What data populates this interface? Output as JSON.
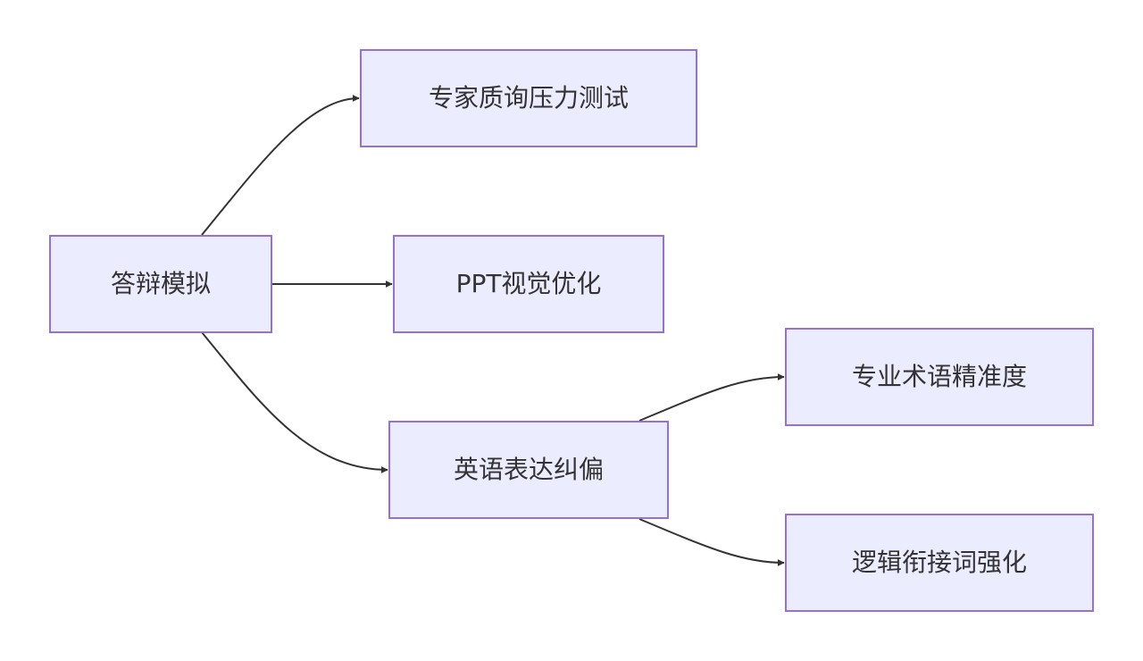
{
  "diagram": {
    "type": "flowchart-lr",
    "colors": {
      "node_fill": "#ececff",
      "node_border": "#9370db",
      "edge": "#333333",
      "text": "#333333",
      "background": "#ffffff"
    },
    "nodes": {
      "root": {
        "label": "答辩模拟"
      },
      "expert": {
        "label": "专家质询压力测试"
      },
      "ppt": {
        "label": "PPT视觉优化"
      },
      "english": {
        "label": "英语表达纠偏"
      },
      "terms": {
        "label": "专业术语精准度"
      },
      "logic": {
        "label": "逻辑衔接词强化"
      }
    },
    "edges": [
      {
        "from": "答辩模拟",
        "to": "专家质询压力测试"
      },
      {
        "from": "答辩模拟",
        "to": "PPT视觉优化"
      },
      {
        "from": "答辩模拟",
        "to": "英语表达纠偏"
      },
      {
        "from": "英语表达纠偏",
        "to": "专业术语精准度"
      },
      {
        "from": "英语表达纠偏",
        "to": "逻辑衔接词强化"
      }
    ]
  }
}
